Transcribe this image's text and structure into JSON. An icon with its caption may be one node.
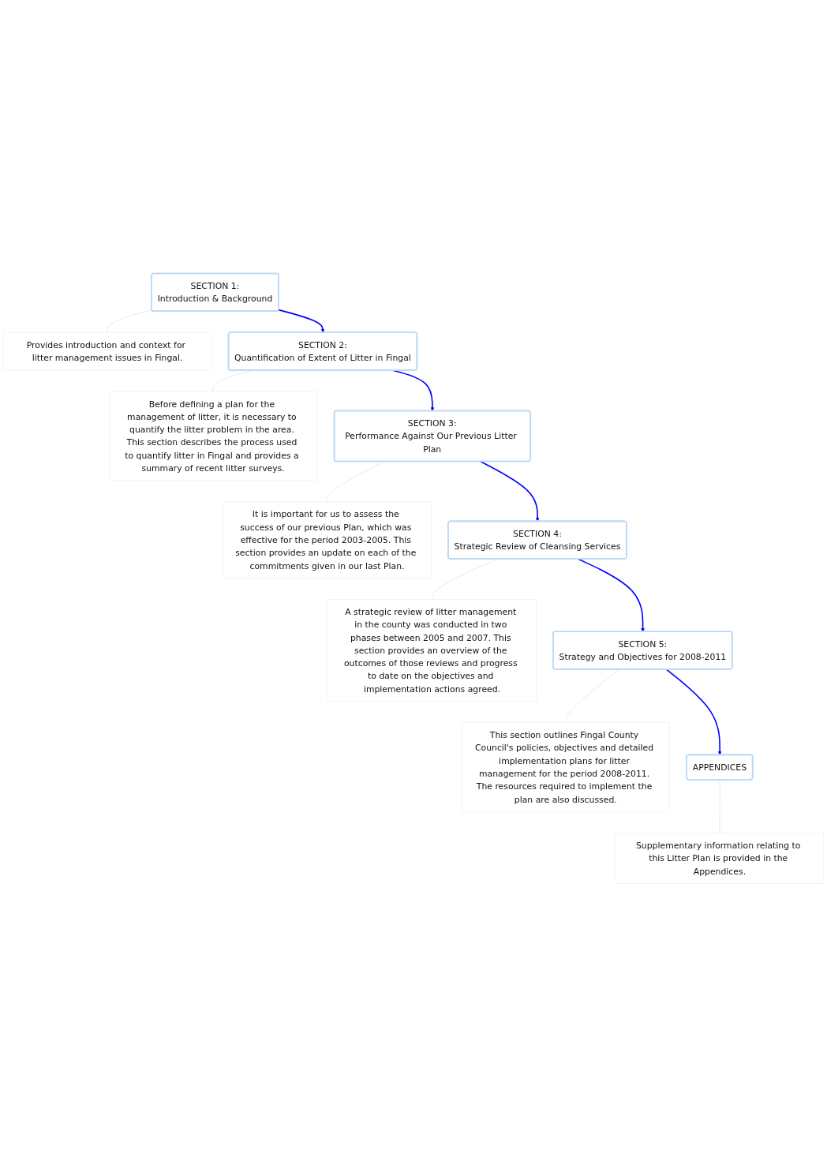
{
  "diagram": {
    "nodes": [
      {
        "text": [
          "SECTION 1:",
          "Introduction & Background"
        ]
      },
      {
        "text": [
          "Provides introduction and context for litter management issues in Fingal."
        ]
      },
      {
        "text": [
          "SECTION 2:",
          "Quantification of Extent of Litter in Fingal"
        ]
      },
      {
        "text": [
          "Before defining a plan for the management of litter, it is necessary to quantify the litter problem in the area. This section describes the process used to quantify litter in Fingal and provides a summary of recent litter surveys."
        ]
      },
      {
        "text": [
          "SECTION 3:",
          "Performance Against Our Previous Litter Plan"
        ]
      },
      {
        "text": [
          "It is important for us to assess the success of our previous Plan, which was effective for the period 2003-2005. This section provides an update on each of the commitments given in our last Plan."
        ]
      },
      {
        "text": [
          "SECTION 4:",
          "Strategic Review of Cleansing Services"
        ]
      },
      {
        "text": [
          "A strategic review of litter management in the county was conducted in two phases between 2005 and 2007. This section provides an overview of the outcomes of those reviews and progress to date on the objectives and implementation actions agreed."
        ]
      },
      {
        "text": [
          "SECTION 5:",
          "Strategy and Objectives for 2008-2011"
        ]
      },
      {
        "text": [
          "This section outlines Fingal County Council's policies, objectives and detailed implementation plans for litter management for the period 2008-2011. The resources required to implement the plan are also discussed."
        ]
      },
      {
        "text": [
          "APPENDICES"
        ]
      },
      {
        "text": [
          "Supplementary information relating to this Litter Plan is provided in the Appendices."
        ]
      }
    ],
    "edges": [
      {
        "from": 0,
        "to": 1,
        "arrow": "none"
      },
      {
        "from": 0,
        "to": 2,
        "arrow": "to",
        "color": "#0000ff"
      },
      {
        "from": 2,
        "to": 3,
        "arrow": "none"
      },
      {
        "from": 2,
        "to": 4,
        "arrow": "to",
        "color": "#0000ff"
      },
      {
        "from": 4,
        "to": 5,
        "arrow": "none"
      },
      {
        "from": 4,
        "to": 6,
        "arrow": "to",
        "color": "#0000ff"
      },
      {
        "from": 6,
        "to": 7,
        "arrow": "none"
      },
      {
        "from": 6,
        "to": 8,
        "arrow": "to",
        "color": "#0000ff"
      },
      {
        "from": 8,
        "to": 9,
        "arrow": "none"
      },
      {
        "from": 8,
        "to": 10,
        "arrow": "to",
        "color": "#0000ff"
      },
      {
        "from": 10,
        "to": 11,
        "arrow": "none"
      }
    ]
  }
}
